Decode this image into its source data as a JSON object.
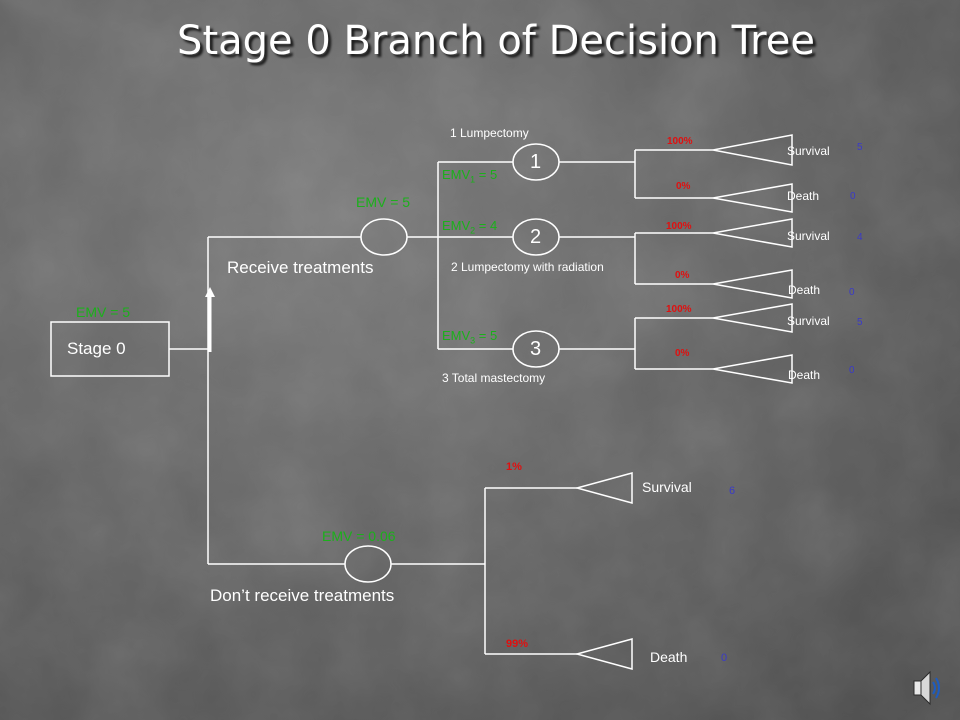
{
  "title": "Stage 0 Branch of Decision Tree",
  "root": {
    "label": "Stage 0",
    "emv": "EMV = 5"
  },
  "receive": {
    "label": "Receive treatments",
    "emv": "EMV = 5",
    "options": [
      {
        "number": "1",
        "name": "1 Lumpectomy",
        "emv_prefix": "EMV",
        "emv_sub": "1",
        "emv_suffix": " = 5",
        "survival_prob": "100%",
        "death_prob": "0%",
        "survival_label": "Survival",
        "death_label": "Death",
        "survival_value": "5",
        "death_value": "0"
      },
      {
        "number": "2",
        "name": "2 Lumpectomy with radiation",
        "emv_prefix": "EMV",
        "emv_sub": "2",
        "emv_suffix": " = 4",
        "survival_prob": "100%",
        "death_prob": "0%",
        "survival_label": "Survival",
        "death_label": "Death",
        "survival_value": "4",
        "death_value": "0"
      },
      {
        "number": "3",
        "name": "3 Total mastectomy",
        "emv_prefix": "EMV",
        "emv_sub": "3",
        "emv_suffix": " = 5",
        "survival_prob": "100%",
        "death_prob": "0%",
        "survival_label": "Survival",
        "death_label": "Death",
        "survival_value": "5",
        "death_value": "0"
      }
    ]
  },
  "no_treatment": {
    "label": "Don’t receive treatments",
    "emv": "EMV = 0.06",
    "survival_prob": "1%",
    "death_prob": "99%",
    "survival_label": "Survival",
    "death_label": "Death",
    "survival_value": "6",
    "death_value": "0"
  },
  "colors": {
    "line": "#ffffff",
    "emv": "#1bb01b",
    "probability": "#e01010",
    "payoff": "#3a3ac8"
  },
  "icons": {
    "audio": "speaker-icon"
  }
}
